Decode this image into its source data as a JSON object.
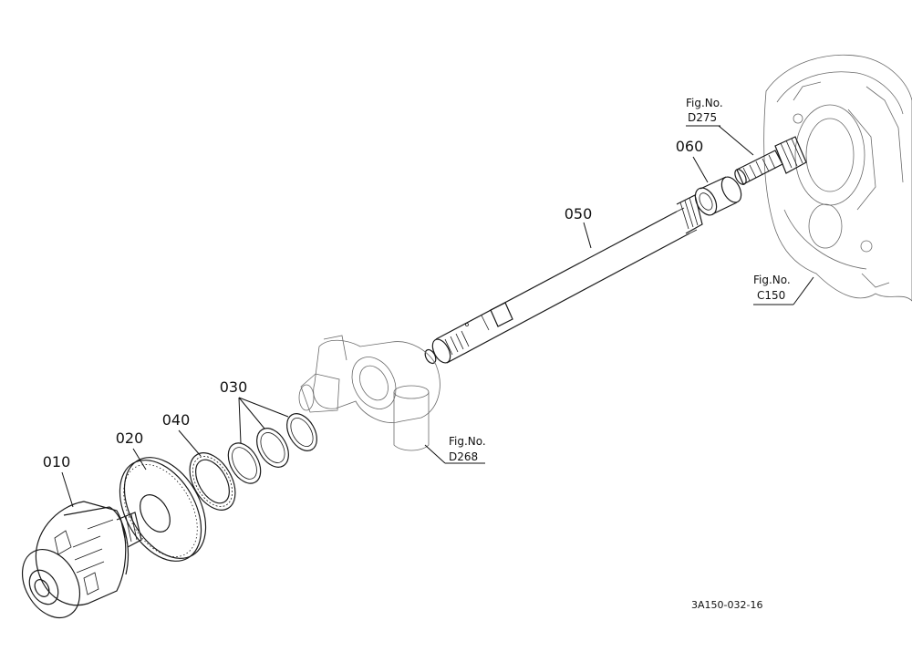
{
  "parts": {
    "p010": "010",
    "p020": "020",
    "p030": "030",
    "p040": "040",
    "p050": "050",
    "p060": "060"
  },
  "references": {
    "d275": {
      "prefix": "Fig.No.",
      "number": "D275"
    },
    "c150": {
      "prefix": "Fig.No.",
      "number": "C150"
    },
    "d268": {
      "prefix": "Fig.No.",
      "number": "D268"
    }
  },
  "drawing_code": "3A150-032-16"
}
